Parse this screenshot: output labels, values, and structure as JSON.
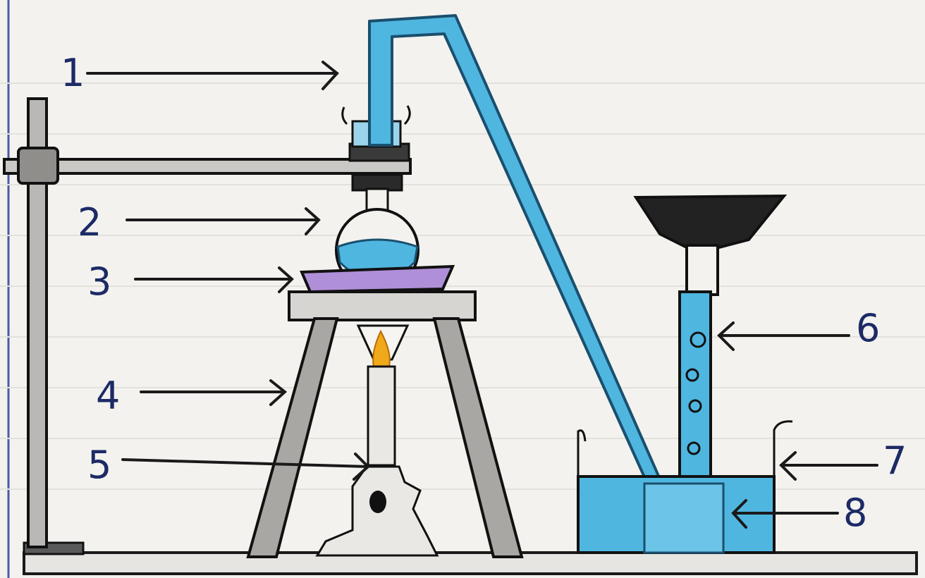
{
  "labels": [
    {
      "id": "label-1",
      "text": "1"
    },
    {
      "id": "label-2",
      "text": "2"
    },
    {
      "id": "label-3",
      "text": "3"
    },
    {
      "id": "label-4",
      "text": "4"
    },
    {
      "id": "label-5",
      "text": "5"
    },
    {
      "id": "label-6",
      "text": "6"
    },
    {
      "id": "label-7",
      "text": "7"
    },
    {
      "id": "label-8",
      "text": "8"
    }
  ],
  "colors": {
    "paper": "#f3f2ee",
    "ink": "#1c2a66",
    "water": "#4fb6e0",
    "gauze": "#b08fd9",
    "stand_grey": "#8a8a8a",
    "flame": "#f2a81b",
    "funnel": "#2b2b2b"
  }
}
